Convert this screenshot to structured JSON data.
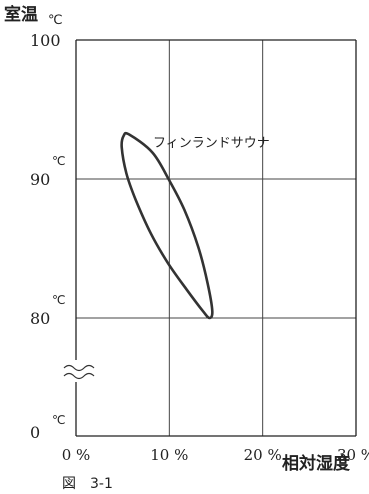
{
  "chart_data": {
    "type": "line",
    "title": "",
    "ylabel": "室温",
    "y_unit": "℃",
    "xlabel": "相対湿度",
    "figure_label": "図　3-1",
    "xlim": [
      0,
      30
    ],
    "ylim": [
      80,
      100
    ],
    "y_axis_break": true,
    "y_origin_label": "0",
    "x_ticks": [
      {
        "value": 0,
        "label": "0 %"
      },
      {
        "value": 10,
        "label": "10 %"
      },
      {
        "value": 20,
        "label": "20 %"
      },
      {
        "value": 30,
        "label": "30 %"
      }
    ],
    "y_ticks": [
      {
        "value": 100,
        "label": "100",
        "unit": ""
      },
      {
        "value": 90,
        "label": "90",
        "unit": "℃"
      },
      {
        "value": 80,
        "label": "80",
        "unit": "℃"
      }
    ],
    "y_origin_unit": "℃",
    "grid": true,
    "series": [
      {
        "name": "フィンランドサウナ",
        "color": "#333333",
        "closed": true,
        "points": [
          {
            "x": 5.7,
            "y": 93.2
          },
          {
            "x": 8.2,
            "y": 91.9
          },
          {
            "x": 10.0,
            "y": 89.9
          },
          {
            "x": 11.6,
            "y": 87.8
          },
          {
            "x": 13.1,
            "y": 85.1
          },
          {
            "x": 14.1,
            "y": 82.5
          },
          {
            "x": 14.6,
            "y": 80.5
          },
          {
            "x": 14.3,
            "y": 80.0
          },
          {
            "x": 13.6,
            "y": 80.5
          },
          {
            "x": 11.8,
            "y": 82.1
          },
          {
            "x": 9.8,
            "y": 84.0
          },
          {
            "x": 8.0,
            "y": 86.1
          },
          {
            "x": 6.4,
            "y": 88.5
          },
          {
            "x": 5.4,
            "y": 90.4
          },
          {
            "x": 4.9,
            "y": 92.3
          },
          {
            "x": 5.1,
            "y": 93.1
          }
        ]
      }
    ]
  }
}
